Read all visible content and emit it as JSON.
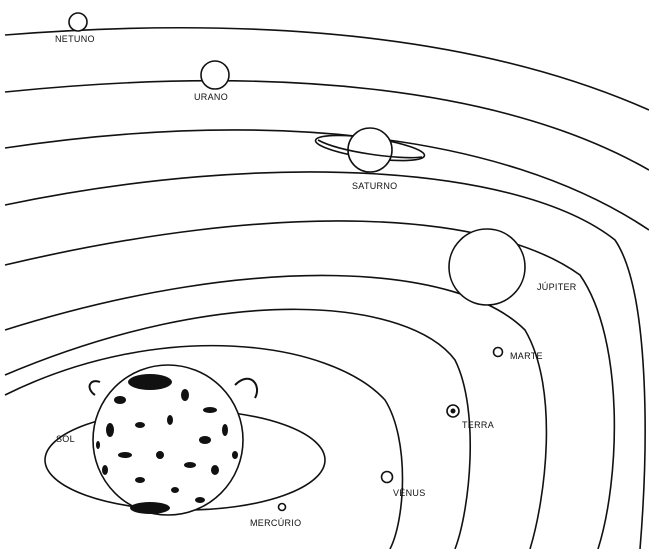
{
  "diagram": {
    "labels": {
      "sun": "SOL",
      "mercury": "MERCÚRIO",
      "venus": "VÊNUS",
      "earth": "TERRA",
      "mars": "MARTE",
      "jupiter": "JÚPITER",
      "saturn": "SATURNO",
      "uranus": "URANO",
      "neptune": "NETUNO"
    },
    "colors": {
      "line": "#111111",
      "background": "#ffffff"
    }
  }
}
